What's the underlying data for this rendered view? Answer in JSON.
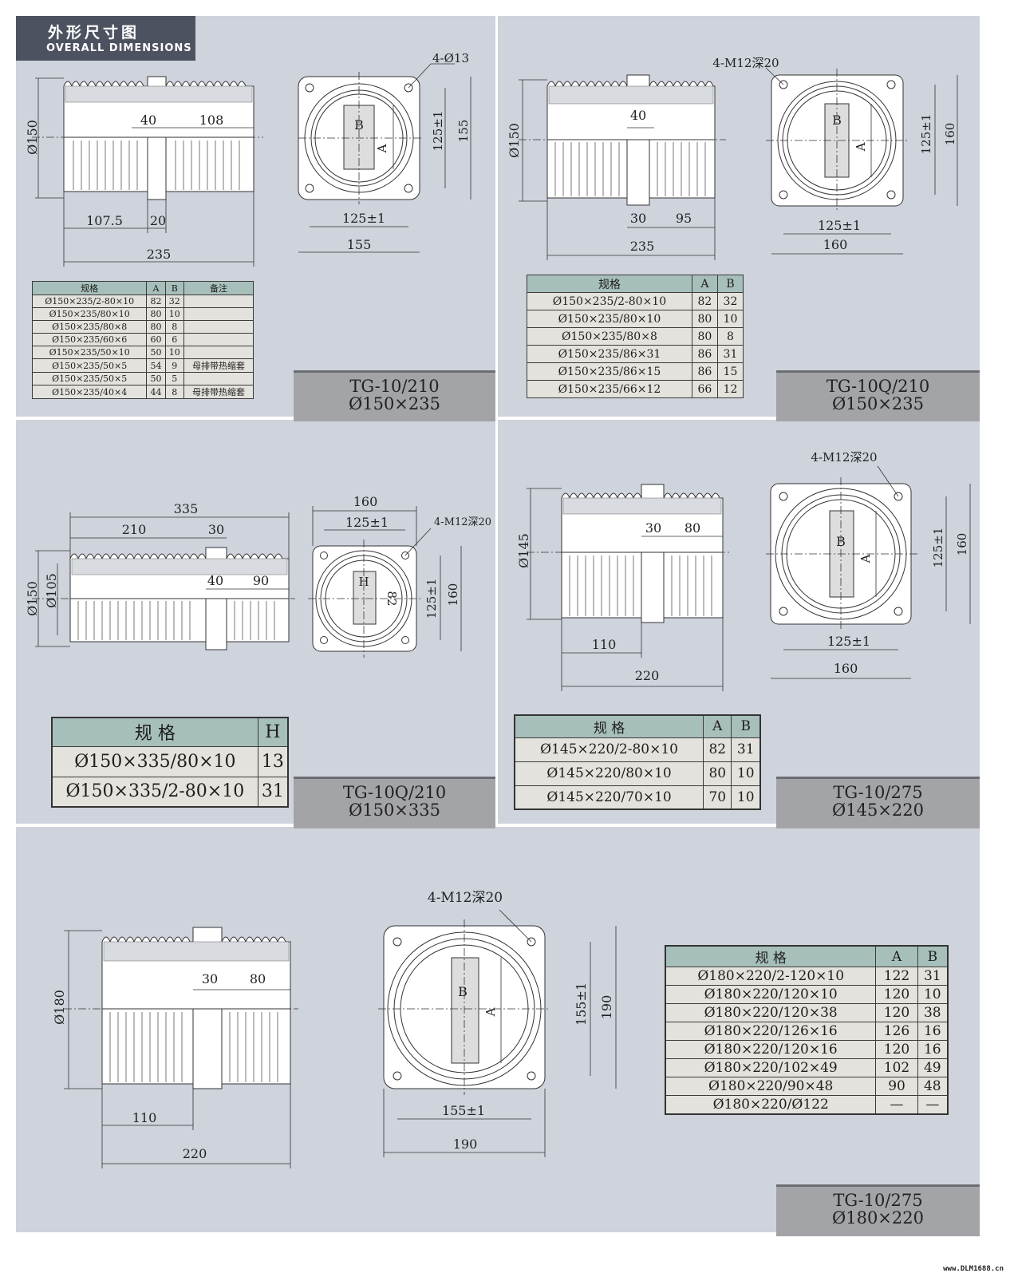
{
  "header": {
    "title_cn": "外形尺寸图",
    "title_en": "OVERALL DIMENSIONS"
  },
  "panels": [
    {
      "model": "TG-10/210",
      "size": "Ø150×235",
      "side": {
        "dia": "Ø150",
        "d1": "40",
        "d2": "108",
        "d3": "107.5",
        "d4": "20",
        "len": "235"
      },
      "front": {
        "holes": "4-Ø13",
        "a": "A",
        "b": "B",
        "v1": "125±1",
        "v2": "155",
        "h1": "125±1",
        "h2": "155"
      },
      "table": {
        "headers": [
          "规格",
          "A",
          "B",
          "备注"
        ],
        "rows": [
          [
            "Ø150×235/2-80×10",
            "82",
            "32",
            ""
          ],
          [
            "Ø150×235/80×10",
            "80",
            "10",
            ""
          ],
          [
            "Ø150×235/80×8",
            "80",
            "8",
            ""
          ],
          [
            "Ø150×235/60×6",
            "60",
            "6",
            ""
          ],
          [
            "Ø150×235/50×10",
            "50",
            "10",
            ""
          ],
          [
            "Ø150×235/50×5",
            "54",
            "9",
            "母排带热缩套"
          ],
          [
            "Ø150×235/50×5",
            "50",
            "5",
            ""
          ],
          [
            "Ø150×235/40×4",
            "44",
            "8",
            "母排带热缩套"
          ]
        ]
      }
    },
    {
      "model": "TG-10Q/210",
      "size": "Ø150×235",
      "side": {
        "dia": "Ø150",
        "d1": "40",
        "d2": "30",
        "d3": "95",
        "len": "235"
      },
      "front": {
        "holes": "4-M12深20",
        "a": "A",
        "b": "B",
        "v1": "125±1",
        "v2": "160",
        "h1": "125±1",
        "h2": "160"
      },
      "table": {
        "headers": [
          "规格",
          "A",
          "B"
        ],
        "rows": [
          [
            "Ø150×235/2-80×10",
            "82",
            "32"
          ],
          [
            "Ø150×235/80×10",
            "80",
            "10"
          ],
          [
            "Ø150×235/80×8",
            "80",
            "8"
          ],
          [
            "Ø150×235/86×31",
            "86",
            "31"
          ],
          [
            "Ø150×235/86×15",
            "86",
            "15"
          ],
          [
            "Ø150×235/66×12",
            "66",
            "12"
          ]
        ]
      }
    },
    {
      "model": "TG-10Q/210",
      "size": "Ø150×335",
      "side": {
        "len": "335",
        "d1": "210",
        "d2": "30",
        "d3": "40",
        "d4": "90",
        "dia": "Ø150",
        "dia2": "Ø105"
      },
      "front": {
        "holes": "4-M12深20",
        "top1": "160",
        "top2": "125±1",
        "hlabel": "H",
        "v82": "82",
        "v1": "125±1",
        "v2": "160"
      },
      "table": {
        "headers": [
          "规    格",
          "H"
        ],
        "rows": [
          [
            "Ø150×335/80×10",
            "13"
          ],
          [
            "Ø150×335/2-80×10",
            "31"
          ]
        ]
      }
    },
    {
      "model": "TG-10/275",
      "size": "Ø145×220",
      "side": {
        "dia": "Ø145",
        "d1": "30",
        "d2": "80",
        "d3": "110",
        "len": "220"
      },
      "front": {
        "holes": "4-M12深20",
        "a": "A",
        "b": "B",
        "v1": "125±1",
        "v2": "160",
        "h1": "125±1",
        "h2": "160"
      },
      "table": {
        "headers": [
          "规    格",
          "A",
          "B"
        ],
        "rows": [
          [
            "Ø145×220/2-80×10",
            "82",
            "31"
          ],
          [
            "Ø145×220/80×10",
            "80",
            "10"
          ],
          [
            "Ø145×220/70×10",
            "70",
            "10"
          ]
        ]
      }
    },
    {
      "model": "TG-10/275",
      "size": "Ø180×220",
      "side": {
        "dia": "Ø180",
        "d1": "30",
        "d2": "80",
        "d3": "110",
        "len": "220"
      },
      "front": {
        "holes": "4-M12深20",
        "a": "A",
        "b": "B",
        "v1": "155±1",
        "v2": "190",
        "h1": "155±1",
        "h2": "190"
      },
      "table": {
        "headers": [
          "规    格",
          "A",
          "B"
        ],
        "rows": [
          [
            "Ø180×220/2-120×10",
            "122",
            "31"
          ],
          [
            "Ø180×220/120×10",
            "120",
            "10"
          ],
          [
            "Ø180×220/120×38",
            "120",
            "38"
          ],
          [
            "Ø180×220/126×16",
            "126",
            "16"
          ],
          [
            "Ø180×220/120×16",
            "120",
            "16"
          ],
          [
            "Ø180×220/102×49",
            "102",
            "49"
          ],
          [
            "Ø180×220/90×48",
            "90",
            "48"
          ],
          [
            "Ø180×220/Ø122",
            "—",
            "—"
          ]
        ]
      }
    }
  ],
  "watermark": "www.DLM1688.cn",
  "colors": {
    "panel": "#ced3dc",
    "header": "#4d5260",
    "title_box": "#a3a4a8",
    "table_header": "#a7bfbb",
    "table_body": "#e4e2dc"
  }
}
